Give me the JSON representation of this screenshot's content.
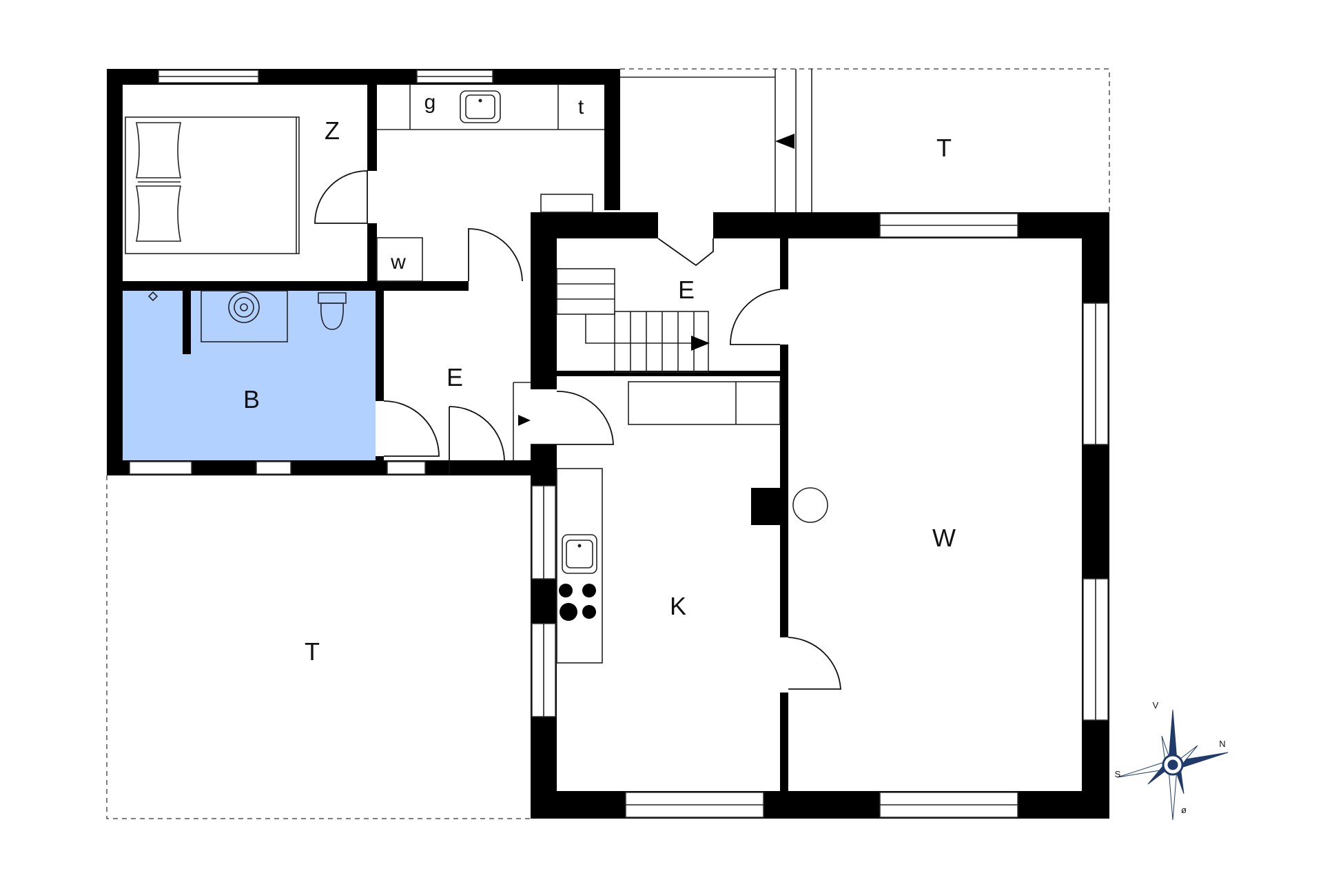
{
  "rooms": {
    "bedroom": "Z",
    "bathroom": "B",
    "entry_lower": "E",
    "entry_upper": "E",
    "kitchen": "K",
    "living": "W",
    "terrace_top": "T",
    "terrace_bottom": "T"
  },
  "fixtures": {
    "g": "g",
    "t": "t",
    "w": "w"
  },
  "compass": {
    "north": "N",
    "south": "S",
    "west": "V",
    "east": "ø"
  },
  "colors": {
    "bathroom_highlight": "#b3d1ff",
    "wall": "#000000",
    "compass": "#1f3a6b"
  }
}
